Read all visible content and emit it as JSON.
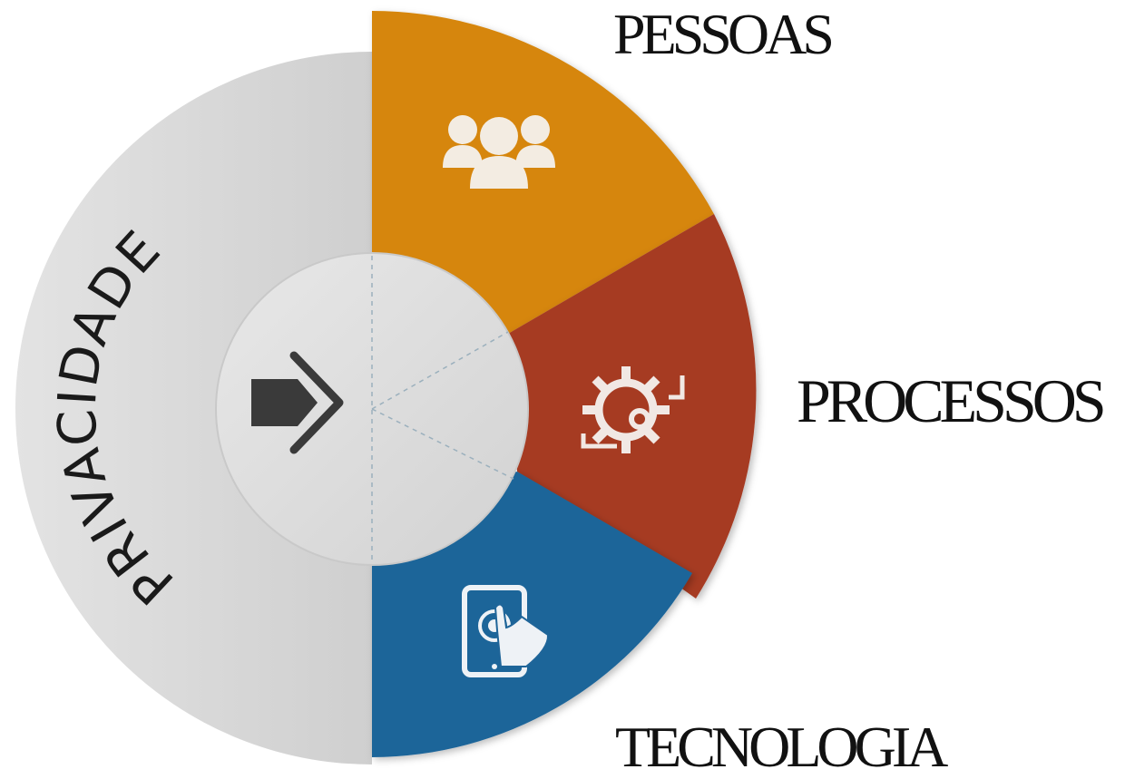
{
  "center": {
    "label": "PRIVACIDADE",
    "icon": "arrow-right-icon"
  },
  "segments": [
    {
      "id": "pessoas",
      "label": "PESSOAS",
      "color": "#D6860A",
      "icon": "people-group-icon"
    },
    {
      "id": "processos",
      "label": "PROCESSOS",
      "color": "#A63A24",
      "icon": "gear-cycle-icon"
    },
    {
      "id": "tecnologia",
      "label": "TECNOLOGIA",
      "color": "#1F6599",
      "icon": "tablet-touch-icon"
    }
  ],
  "colors": {
    "ring": "#D6D6D6",
    "hub": "#E2E2E2",
    "text": "#111111",
    "icon_light": "#F2EEE8"
  }
}
